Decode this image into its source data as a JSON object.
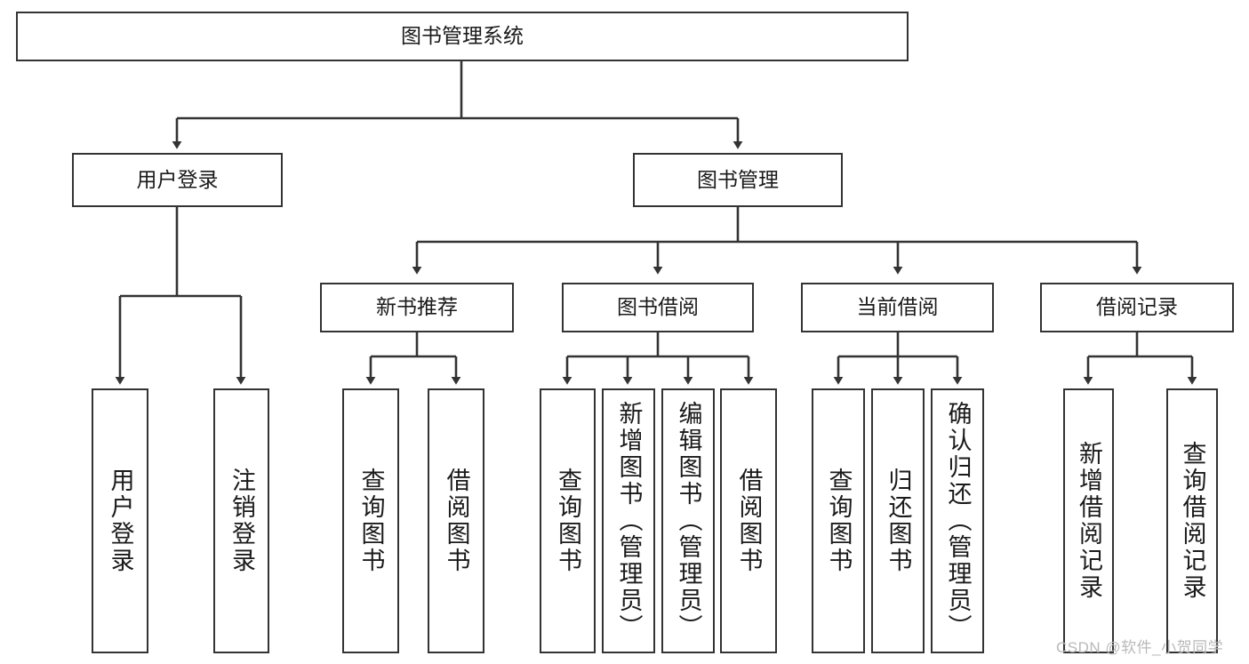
{
  "diagram": {
    "title": "图书管理系统",
    "type": "tree-hierarchy-diagram",
    "levels": {
      "root": {
        "label": "图书管理系统"
      },
      "level2": [
        {
          "id": "user-login",
          "label": "用户登录"
        },
        {
          "id": "book-management",
          "label": "图书管理"
        }
      ],
      "level3": [
        {
          "id": "new-book-recommend",
          "label": "新书推荐"
        },
        {
          "id": "book-borrow",
          "label": "图书借阅"
        },
        {
          "id": "current-borrow",
          "label": "当前借阅"
        },
        {
          "id": "borrow-record",
          "label": "借阅记录"
        }
      ],
      "level4": {
        "user_login_children": [
          {
            "id": "leaf-user-login",
            "label": "用户登录"
          },
          {
            "id": "leaf-logout-login",
            "label": "注销登录"
          }
        ],
        "new_book_recommend_children": [
          {
            "id": "leaf-query-book-1",
            "label": "查询图书"
          },
          {
            "id": "leaf-borrow-book-1",
            "label": "借阅图书"
          }
        ],
        "book_borrow_children": [
          {
            "id": "leaf-query-book-2",
            "label": "查询图书"
          },
          {
            "id": "leaf-add-book-admin",
            "label": "新增图书（管理员）"
          },
          {
            "id": "leaf-edit-book-admin",
            "label": "编辑图书（管理员）"
          },
          {
            "id": "leaf-borrow-book-2",
            "label": "借阅图书"
          }
        ],
        "current_borrow_children": [
          {
            "id": "leaf-query-book-3",
            "label": "查询图书"
          },
          {
            "id": "leaf-return-book",
            "label": "归还图书"
          },
          {
            "id": "leaf-confirm-return-admin",
            "label": "确认归还（管理员）"
          }
        ],
        "borrow_record_children": [
          {
            "id": "leaf-add-borrow-record",
            "label": "新增借阅记录"
          },
          {
            "id": "leaf-query-borrow-record",
            "label": "查询借阅记录"
          }
        ]
      }
    },
    "colors": {
      "box_border": "#333333",
      "box_fill": "#ffffff",
      "text": "#1a1a1a",
      "edge": "#333333",
      "watermark": "#b9b9b9",
      "background": "#ffffff"
    }
  },
  "watermark": {
    "text": "CSDN @软件_小贺同学"
  }
}
